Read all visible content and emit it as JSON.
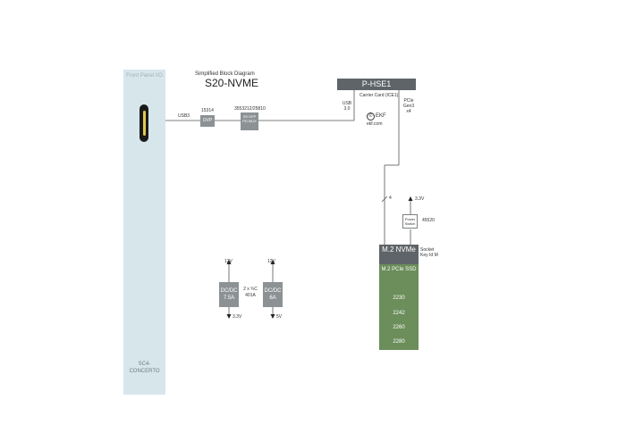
{
  "front_panel": {
    "title": "Front Panel I/O",
    "footer": "SC4-CONCERTO"
  },
  "heading": {
    "subtitle": "Simplified Block Diagram",
    "title": "S20-NVME"
  },
  "usb_path": {
    "usb3_label": "USB3",
    "ovp_label": "OVP",
    "ovp_part": "15314",
    "mux_label": "SS DFP PD MUX",
    "mux_part": "3553212/25810",
    "usb_speed": "USB 3.0"
  },
  "phse": {
    "title": "P-HSE1",
    "subtitle": "Carrier Card (ICE1)",
    "pcie_label": "PCIe Gen3 x4",
    "ekf_brand": "EKF",
    "ekf_url": "ekf.com",
    "ekf_symbol": "©"
  },
  "pcie": {
    "lanes": "4"
  },
  "power_switch": {
    "label": "Power Switch",
    "part": "45520",
    "voltage": "3.3V"
  },
  "m2": {
    "header": "M.2 NVMe",
    "socket_label": "Socket Key Id M",
    "type_label": "M.2 PCIe SSD",
    "sizes": [
      "2230",
      "2242",
      "2260",
      "2280"
    ]
  },
  "dcdc1": {
    "input": "12V",
    "label": "DC/DC 7.5A",
    "output": "3.3V"
  },
  "dcdc2": {
    "input": "12V",
    "label": "DC/DC 6A",
    "output": "5V"
  },
  "dcdc_common": {
    "note": "2 x ¾C 401A"
  }
}
